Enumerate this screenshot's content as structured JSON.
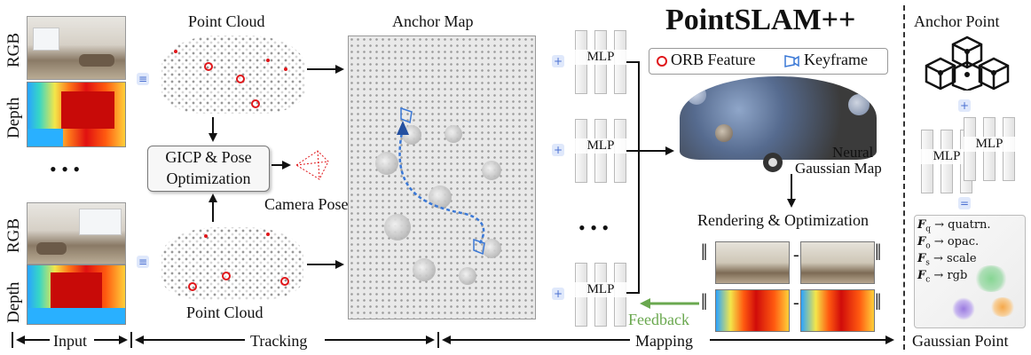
{
  "labels": {
    "rgb": "RGB",
    "depth": "Depth",
    "ellipsis": "• • •",
    "point_cloud_top": "Point Cloud",
    "point_cloud_bottom": "Point Cloud",
    "gicp_line1": "GICP & Pose",
    "gicp_line2": "Optimization",
    "camera_pose": "Camera Pose",
    "anchor_map": "Anchor Map",
    "title": "PointSLAM++",
    "orb_feature": "ORB Feature",
    "keyframe": "Keyframe",
    "mlp": "MLP",
    "neural_line1": "Neural",
    "neural_line2": "Gaussian Map",
    "rendering": "Rendering & Optimization",
    "feedback": "Feedback",
    "anchor_point": "Anchor Point",
    "gaussian_point": "Gaussian Point",
    "minus": "-",
    "plus": "+",
    "equals": "="
  },
  "formulas": [
    {
      "sym": "F",
      "sub": "q",
      "arrow": "→",
      "val": "quatrn."
    },
    {
      "sym": "F",
      "sub": "o",
      "arrow": "→",
      "val": "opac."
    },
    {
      "sym": "F",
      "sub": "s",
      "arrow": "→",
      "val": "scale"
    },
    {
      "sym": "F",
      "sub": "c",
      "arrow": "→",
      "val": "rgb"
    }
  ],
  "stages": {
    "input": "Input",
    "tracking": "Tracking",
    "mapping": "Mapping"
  },
  "colors": {
    "orb": "#e0161a",
    "keyframe": "#3a78d6",
    "feedback": "#6aa84f",
    "arrow": "#111111"
  }
}
